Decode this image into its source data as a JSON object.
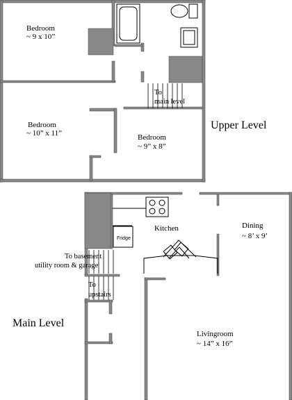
{
  "upper_level": {
    "title": "Upper Level",
    "bedroom_1": {
      "name": "Bedroom",
      "size": "~ 9 x 10”"
    },
    "bedroom_2": {
      "name": "Bedroom",
      "size": "~ 10” x 11”"
    },
    "bedroom_3": {
      "name": "Bedroom",
      "size": "~ 9” x 8”"
    },
    "stairs_note": {
      "line1": "To",
      "line2": "main level"
    }
  },
  "main_level": {
    "title": "Main Level",
    "kitchen": {
      "name": "Kitchen"
    },
    "fridge": {
      "label": "Fridge"
    },
    "dining": {
      "name": "Dining",
      "size": "~ 8’ x 9’"
    },
    "livingroom": {
      "name": "Livingroom",
      "size": "~ 14” x 16”"
    },
    "basement_note": {
      "line1": "To basement",
      "line2": "utility room & garage"
    },
    "upstairs_note": {
      "line1": "To",
      "line2": "upstairs"
    }
  },
  "colors": {
    "wall": "#7a7a7a",
    "fill": "#888888",
    "line": "#000000"
  }
}
